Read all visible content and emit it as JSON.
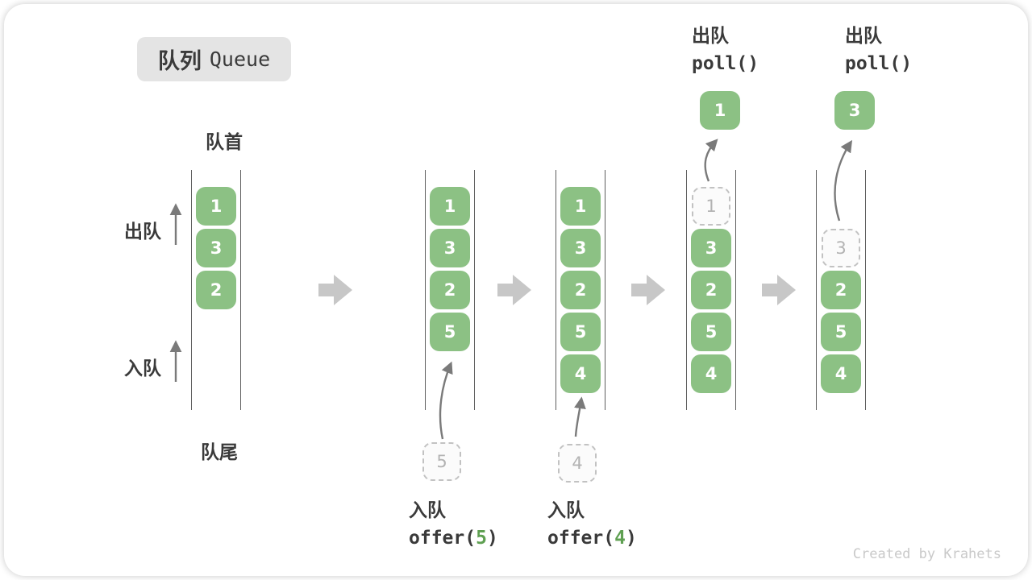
{
  "title": {
    "zh": "队列",
    "en": "Queue"
  },
  "labels": {
    "front": "队首",
    "rear": "队尾",
    "dequeue": "出队",
    "enqueue": "入队"
  },
  "annotations": {
    "dequeue_ops": [
      {
        "label": "出队",
        "code": "poll()"
      },
      {
        "label": "出队",
        "code": "poll()"
      }
    ],
    "enqueue_ops": [
      {
        "label": "入队",
        "code_pre": "offer(",
        "arg": "5",
        "code_post": ")"
      },
      {
        "label": "入队",
        "code_pre": "offer(",
        "arg": "4",
        "code_post": ")"
      }
    ]
  },
  "queues": [
    {
      "items": [
        {
          "slot": 0,
          "v": "1"
        },
        {
          "slot": 1,
          "v": "3"
        },
        {
          "slot": 2,
          "v": "2"
        }
      ]
    },
    {
      "items": [
        {
          "slot": 0,
          "v": "1"
        },
        {
          "slot": 1,
          "v": "3"
        },
        {
          "slot": 2,
          "v": "2"
        },
        {
          "slot": 3,
          "v": "5"
        }
      ],
      "staged": {
        "v": "5"
      }
    },
    {
      "items": [
        {
          "slot": 0,
          "v": "1"
        },
        {
          "slot": 1,
          "v": "3"
        },
        {
          "slot": 2,
          "v": "2"
        },
        {
          "slot": 3,
          "v": "5"
        },
        {
          "slot": 4,
          "v": "4"
        }
      ],
      "staged": {
        "v": "4"
      }
    },
    {
      "items": [
        {
          "slot": 0,
          "v": "1",
          "ghost": true
        },
        {
          "slot": 1,
          "v": "3"
        },
        {
          "slot": 2,
          "v": "2"
        },
        {
          "slot": 3,
          "v": "5"
        },
        {
          "slot": 4,
          "v": "4"
        }
      ],
      "out": {
        "v": "1"
      }
    },
    {
      "items": [
        {
          "slot": 1,
          "v": "3",
          "ghost": true
        },
        {
          "slot": 2,
          "v": "2"
        },
        {
          "slot": 3,
          "v": "5"
        },
        {
          "slot": 4,
          "v": "4"
        }
      ],
      "out": {
        "v": "3"
      }
    }
  ],
  "watermark": "Created by Krahets",
  "colors": {
    "green": "#8CC184",
    "code-green": "#5FA052",
    "ink": "#3A3A3A",
    "badge-bg": "#E4E4E4",
    "arrow-gray": "#C7C7C7",
    "thin-arrow": "#7A7A7A",
    "line": "#5F5F5F",
    "ghost-border": "#C2C2C2",
    "ghost-text": "#B3B3B3",
    "watermark": "#C9C9C9"
  }
}
